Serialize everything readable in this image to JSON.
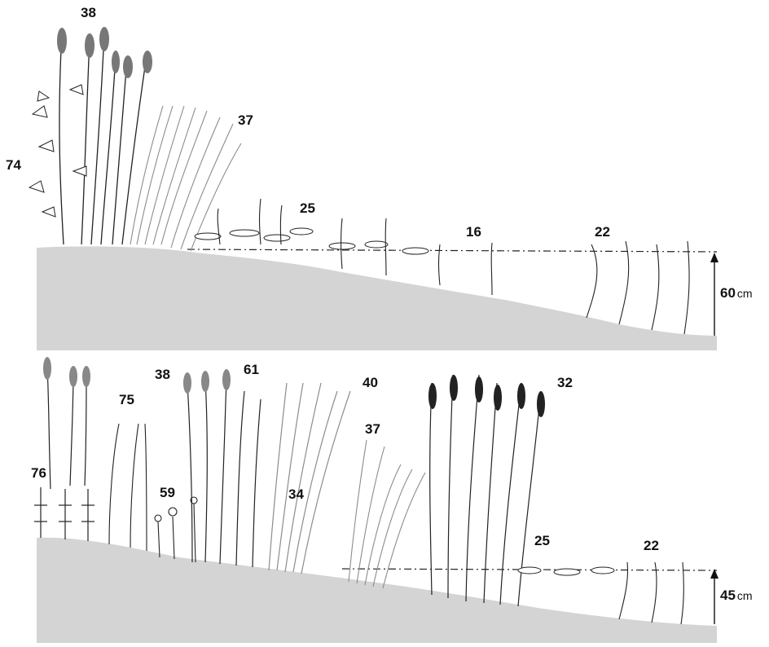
{
  "figure": {
    "top_panel": {
      "labels": [
        "38",
        "37",
        "74",
        "25",
        "16",
        "22"
      ],
      "depth": {
        "value": "60",
        "unit": "cm"
      }
    },
    "bottom_panel": {
      "labels": [
        "38",
        "61",
        "40",
        "32",
        "75",
        "76",
        "59",
        "34",
        "37",
        "25",
        "22"
      ],
      "depth": {
        "value": "45",
        "unit": "cm"
      }
    },
    "colors": {
      "ground": "#d4d4d4",
      "ink": "#111111",
      "grey_stem": "#8c8c8c"
    }
  }
}
